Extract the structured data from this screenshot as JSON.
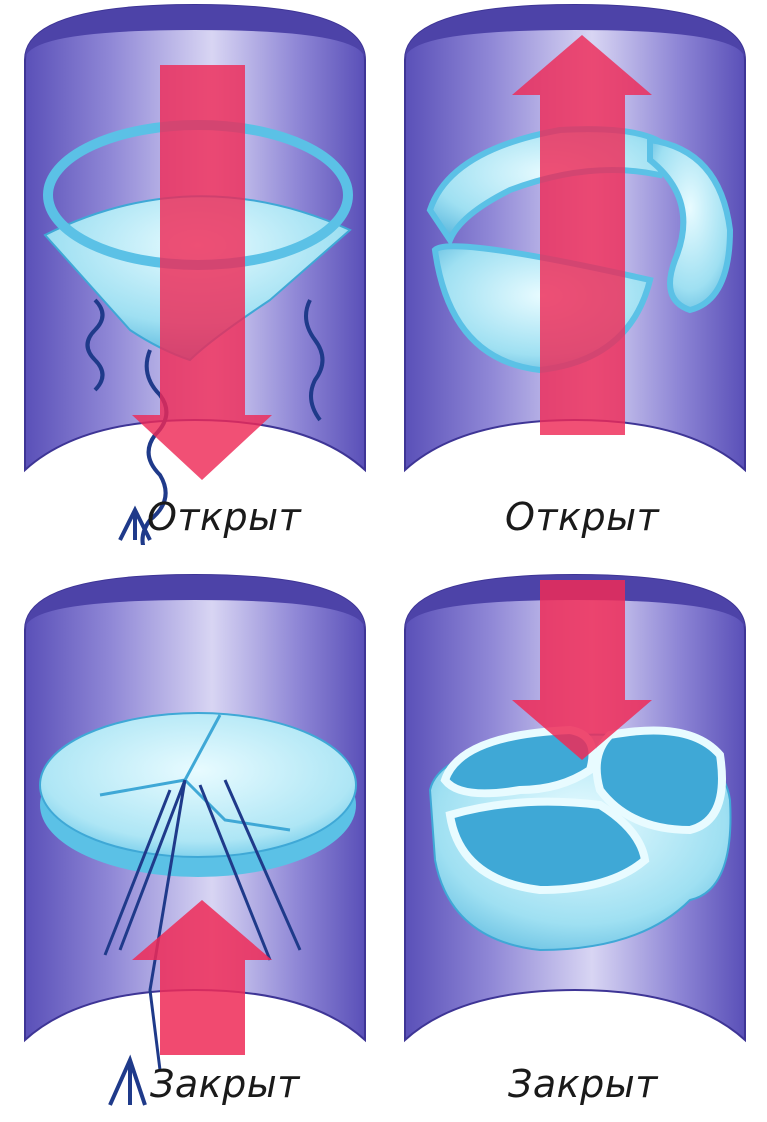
{
  "figure": {
    "panels": [
      {
        "id": "av-open",
        "valve": "atrioventricular",
        "state": "open",
        "flow": "down",
        "caption": "Открыт"
      },
      {
        "id": "sl-open",
        "valve": "semilunar",
        "state": "open",
        "flow": "up",
        "caption": "Открыт"
      },
      {
        "id": "av-closed",
        "valve": "atrioventricular",
        "state": "closed",
        "flow": "up",
        "caption": "Закрыт"
      },
      {
        "id": "sl-closed",
        "valve": "semilunar",
        "state": "closed",
        "flow": "down",
        "caption": "Закрыт"
      }
    ],
    "colors": {
      "vessel_wall": "#6d62c4",
      "vessel_inner": "#8f87d6",
      "vessel_light": "#c9c4ee",
      "cusp": "#8fdcef",
      "cusp_dark": "#3fa8d6",
      "chordae": "#1f3a8a",
      "arrow": "#ee2a57"
    }
  }
}
